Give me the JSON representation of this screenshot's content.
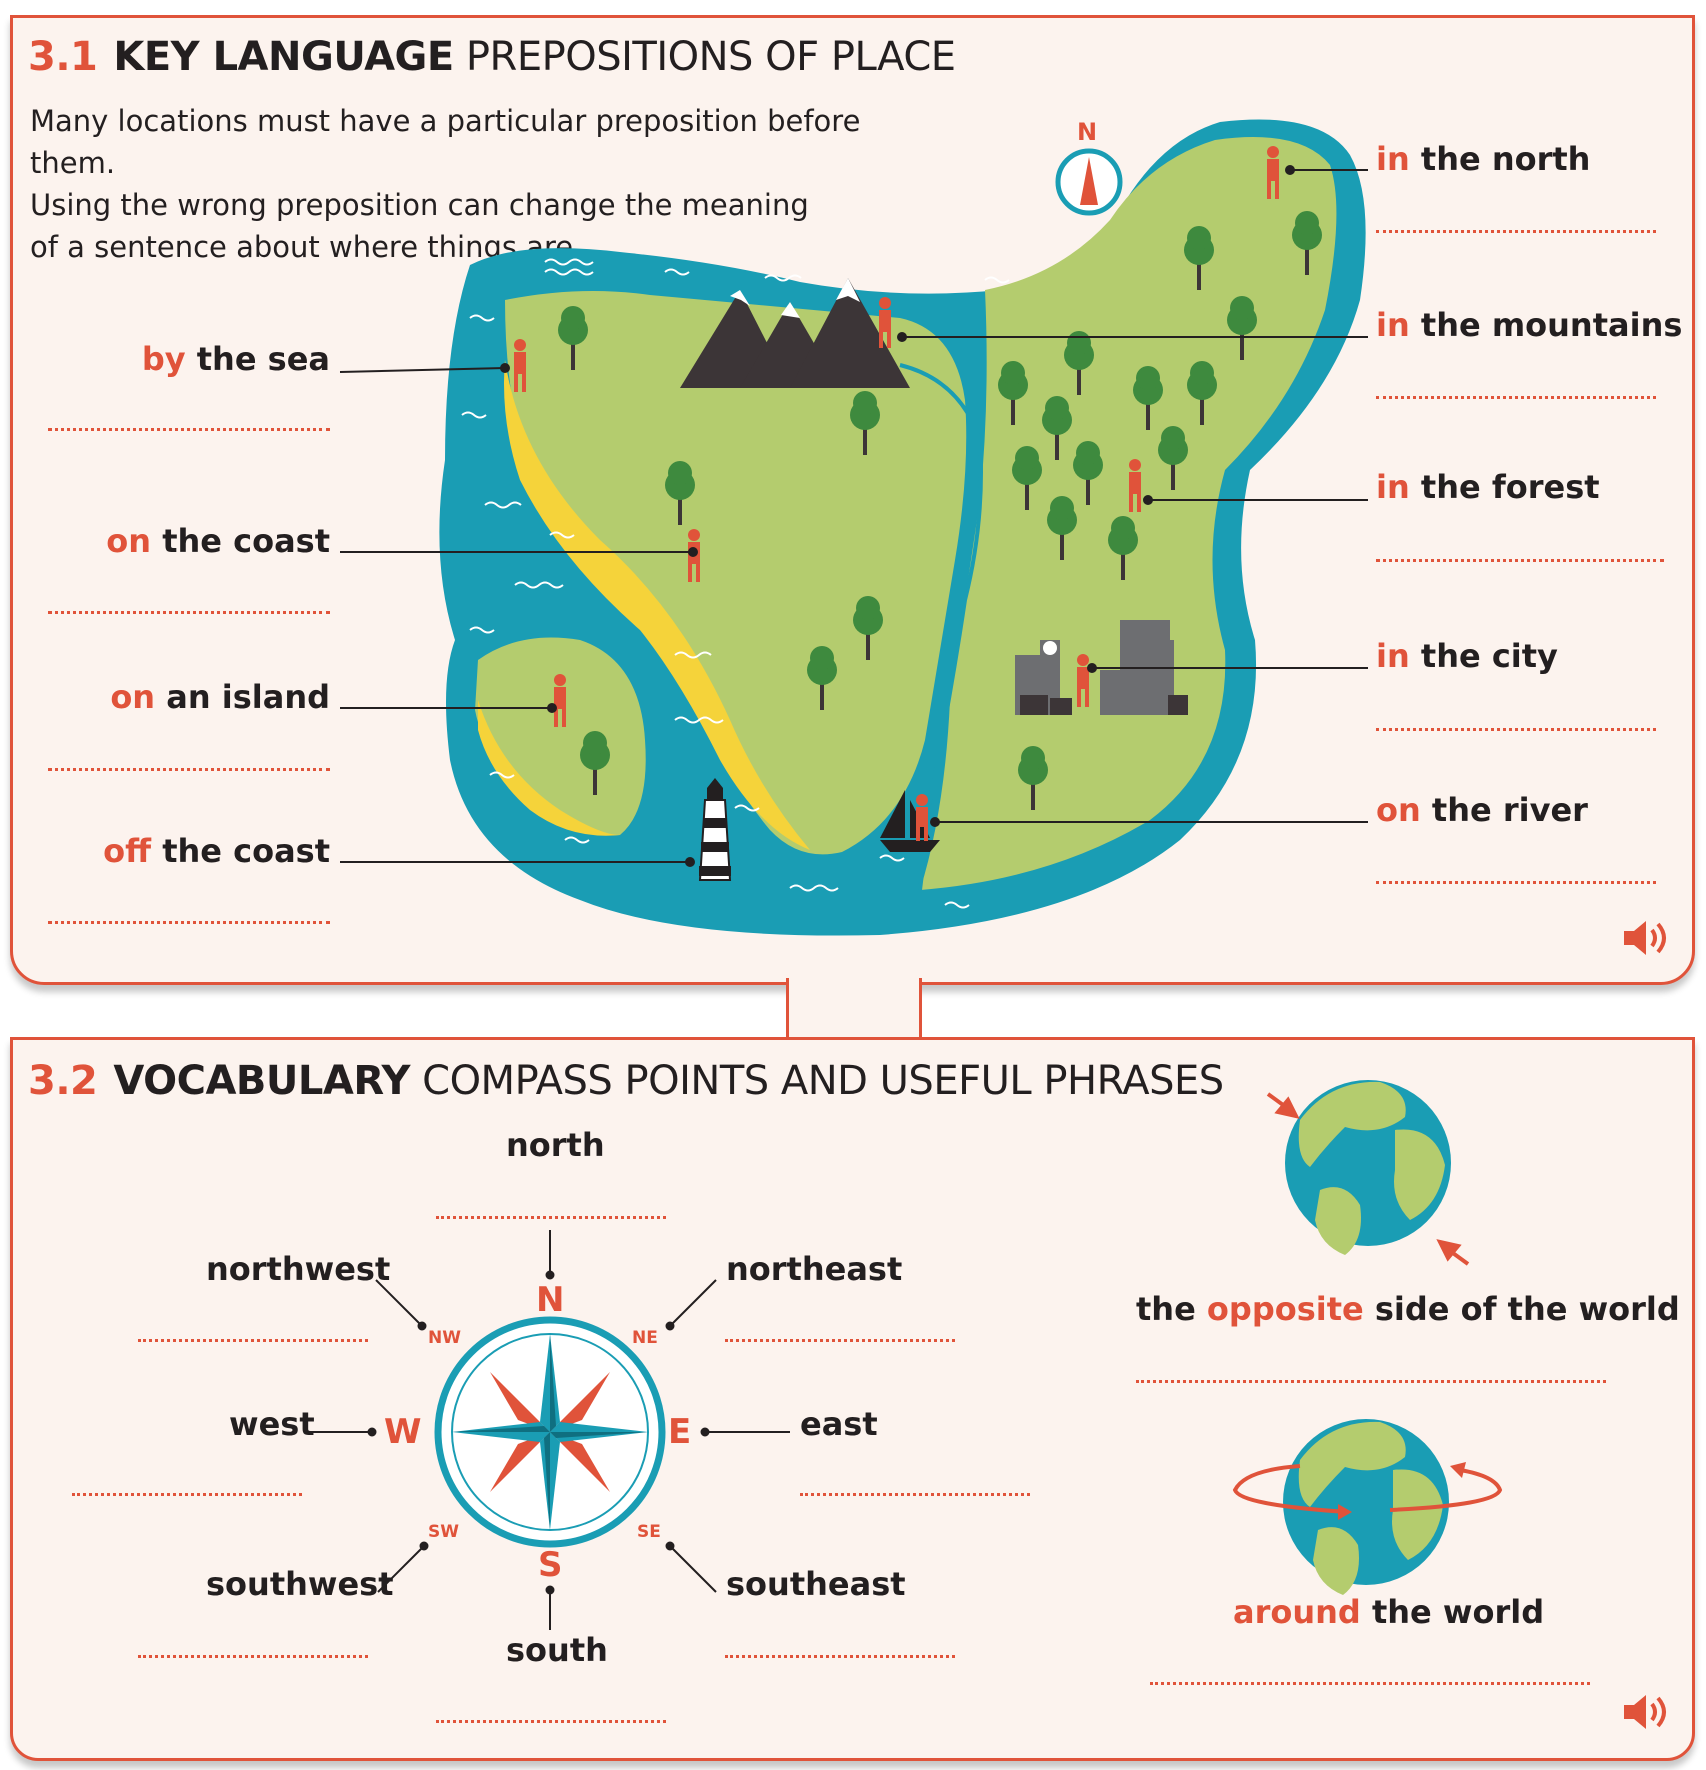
{
  "section1": {
    "number": "3.1",
    "title_strong": "KEY LANGUAGE",
    "title_rest": "PREPOSITIONS OF PLACE",
    "intro_lines": [
      "Many locations must have a particular preposition before them.",
      "Using the wrong preposition can change the meaning",
      "of a sentence about where things are."
    ],
    "north_marker": "N",
    "left_labels": [
      {
        "prep": "by",
        "rest": "the sea"
      },
      {
        "prep": "on",
        "rest": "the coast"
      },
      {
        "prep": "on",
        "rest": "an island"
      },
      {
        "prep": "off",
        "rest": "the coast"
      }
    ],
    "right_labels": [
      {
        "prep": "in",
        "rest": "the north"
      },
      {
        "prep": "in",
        "rest": "the mountains"
      },
      {
        "prep": "in",
        "rest": "the forest"
      },
      {
        "prep": "in",
        "rest": "the city"
      },
      {
        "prep": "on",
        "rest": "the river"
      }
    ]
  },
  "section2": {
    "number": "3.2",
    "title_strong": "VOCABULARY",
    "title_rest": "COMPASS POINTS AND USEFUL PHRASES",
    "directions": {
      "north": "north",
      "northeast": "northeast",
      "east": "east",
      "southeast": "southeast",
      "south": "south",
      "southwest": "southwest",
      "west": "west",
      "northwest": "northwest"
    },
    "compass_letters": {
      "n": "N",
      "e": "E",
      "s": "S",
      "w": "W",
      "ne": "NE",
      "se": "SE",
      "sw": "SW",
      "nw": "NW"
    },
    "phrases": [
      {
        "pre": "the ",
        "acc": "opposite",
        "post": " side of the world"
      },
      {
        "pre": "",
        "acc": "around",
        "post": " the world"
      }
    ]
  },
  "colors": {
    "accent": "#e0533a",
    "sea": "#1a9db4",
    "land": "#b4cc6e",
    "sand": "#f5d33a",
    "panel": "#fcf3ee"
  },
  "icons": [
    "speaker-icon",
    "compass-icon",
    "globe-icon",
    "tree-icon",
    "person-icon",
    "lighthouse-icon",
    "boat-icon",
    "mountain-icon",
    "city-icon"
  ]
}
